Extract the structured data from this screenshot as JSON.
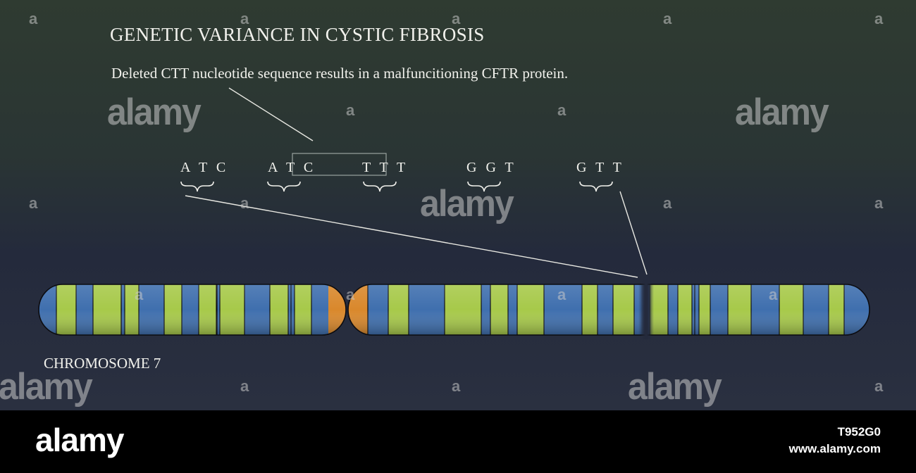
{
  "diagram": {
    "title": "GENETIC VARIANCE IN CYSTIC FIBROSIS",
    "subtitle": "Deleted CTT nucleotide sequence results in a malfuncitioning CFTR protein.",
    "chromosome_label": "CHROMOSOME 7",
    "codons": [
      "A T C",
      "A T C",
      "T T T",
      "G G T",
      "G T T"
    ],
    "colors": {
      "band_blue": "#3f6fae",
      "band_green": "#a7c94a",
      "centromere": "#d9882c",
      "outline": "#0c0c10",
      "text": "#f1f1ec"
    }
  },
  "watermark": {
    "logo": "alamy",
    "letter": "a"
  },
  "footer": {
    "logo": "alamy",
    "image_id": "T952G0",
    "url": "www.alamy.com"
  }
}
